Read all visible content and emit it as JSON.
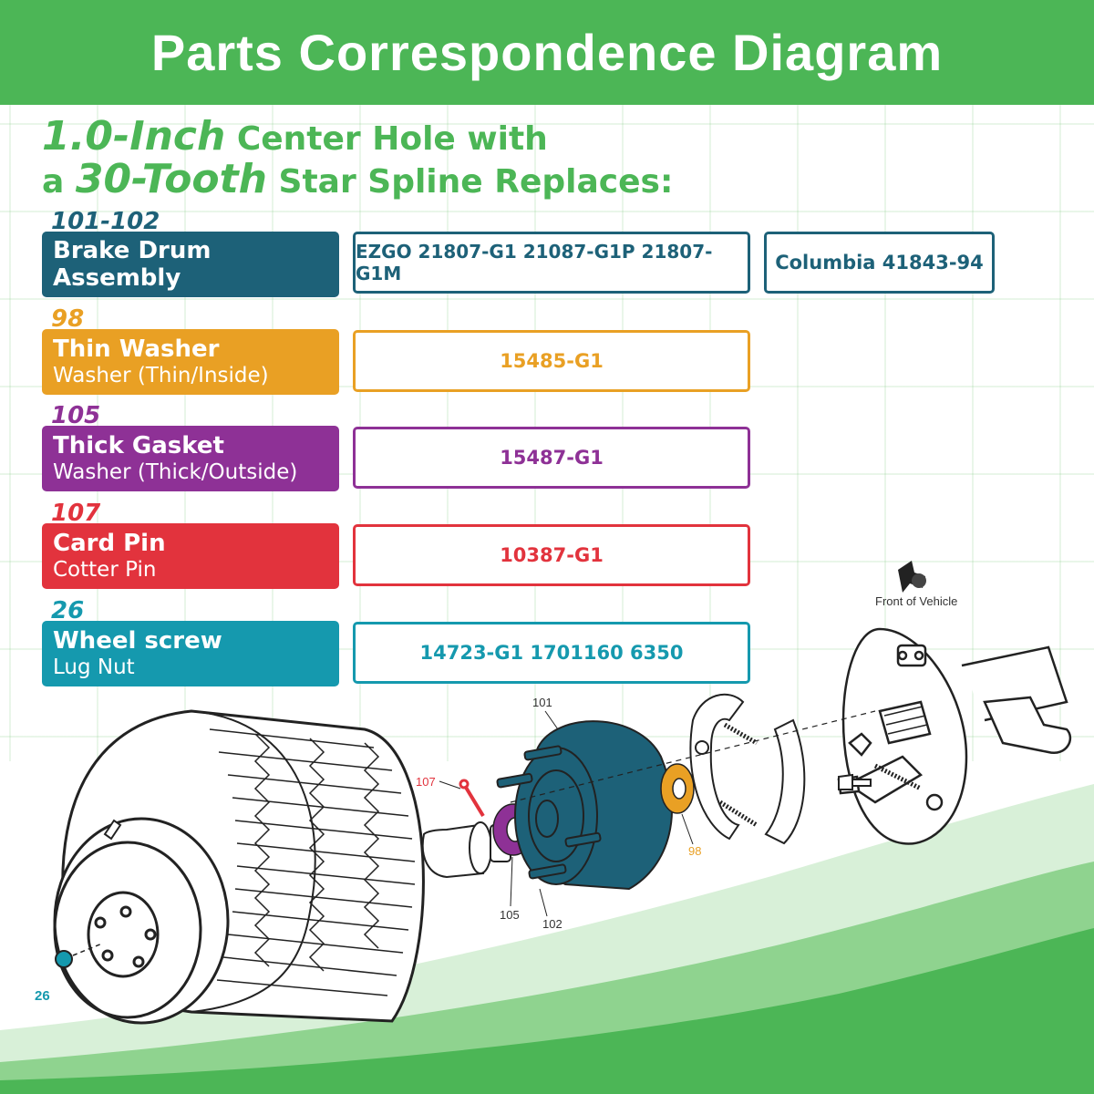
{
  "title": "Parts Correspondence Diagram",
  "headline": {
    "line1_big": "1.0-Inch",
    "line1_rest": " Center Hole with",
    "line2_pre": "a ",
    "line2_big": "30-Tooth",
    "line2_rest": " Star Spline Replaces:"
  },
  "parts": [
    {
      "number": "101-102",
      "name": "Brake Drum Assembly",
      "desc": "",
      "codes": [
        "EZGO 21807-G1 21087-G1P 21807-G1M",
        "Columbia 41843-94"
      ],
      "color": "#1d6178"
    },
    {
      "number": "98",
      "name": "Thin Washer",
      "desc": "Washer (Thin/Inside)",
      "codes": [
        "15485-G1"
      ],
      "color": "#e9a024"
    },
    {
      "number": "105",
      "name": "Thick Gasket",
      "desc": "Washer (Thick/Outside)",
      "codes": [
        "15487-G1"
      ],
      "color": "#8e3196"
    },
    {
      "number": "107",
      "name": "Card Pin",
      "desc": "Cotter Pin",
      "codes": [
        "10387-G1"
      ],
      "color": "#e2333d"
    },
    {
      "number": "26",
      "name": "Wheel screw",
      "desc": "Lug Nut",
      "codes": [
        "14723-G1 1701160 6350"
      ],
      "color": "#1599ae"
    }
  ],
  "diagram": {
    "front_label": "Front of Vehicle",
    "callouts": {
      "c101": "101",
      "c107": "107",
      "c98": "98",
      "c105": "105",
      "c102": "102",
      "c26": "26"
    }
  },
  "colors": {
    "brand_green": "#4cb656",
    "teal": "#1d6178",
    "orange": "#e9a024",
    "purple": "#8e3196",
    "red": "#e2333d",
    "cyan": "#1599ae"
  }
}
